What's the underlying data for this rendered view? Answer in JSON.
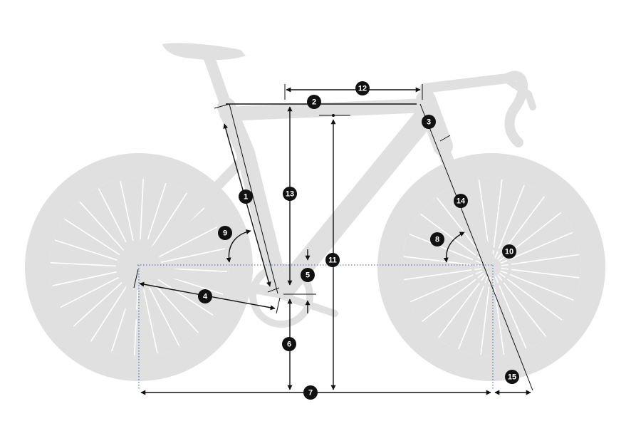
{
  "colors": {
    "silhouette": "#e0e0e0",
    "dimension_line": "#111111",
    "reference_line": "#4a86c5",
    "marker_fill": "#111111",
    "marker_text": "#ffffff"
  },
  "markers": [
    {
      "id": "1",
      "label": "1"
    },
    {
      "id": "2",
      "label": "2"
    },
    {
      "id": "3",
      "label": "3"
    },
    {
      "id": "4",
      "label": "4"
    },
    {
      "id": "5",
      "label": "5"
    },
    {
      "id": "6",
      "label": "6"
    },
    {
      "id": "7",
      "label": "7"
    },
    {
      "id": "8",
      "label": "8"
    },
    {
      "id": "9",
      "label": "9"
    },
    {
      "id": "10",
      "label": "10"
    },
    {
      "id": "11",
      "label": "11"
    },
    {
      "id": "12",
      "label": "12"
    },
    {
      "id": "13",
      "label": "13"
    },
    {
      "id": "14",
      "label": "14"
    },
    {
      "id": "15",
      "label": "15"
    }
  ]
}
